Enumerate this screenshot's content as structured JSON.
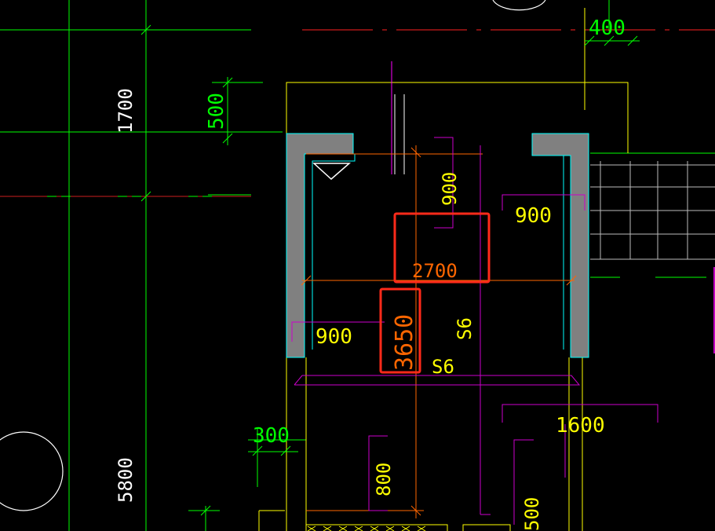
{
  "colors": {
    "background": "#000000",
    "green": "#00ff00",
    "yellow": "#ffff00",
    "magenta": "#ff00ff",
    "orange": "#ff6600",
    "red": "#ff0000",
    "cyan": "#00ffff",
    "white": "#ffffff",
    "gray": "#808080",
    "highlight": "#ff2a1a"
  },
  "dims": {
    "d400": "400",
    "d500_left": "500",
    "d1700": "1700",
    "d900_top": "900",
    "d900_right": "900",
    "d2700": "2700",
    "d900_left": "900",
    "d3650": "3650",
    "s6_vertical": "S6",
    "s6_horizontal": "S6",
    "d1600": "1600",
    "d300": "300",
    "d5800": "5800",
    "d800": "800",
    "d500_bottom": "500"
  }
}
